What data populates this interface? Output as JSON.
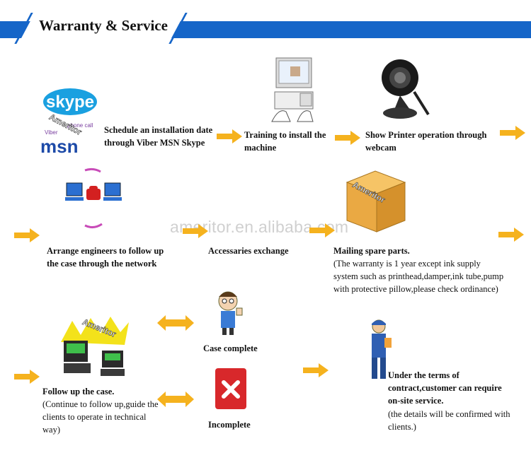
{
  "header": {
    "title": "Warranty & Service"
  },
  "logos": {
    "skype": "skype",
    "msn": "msn",
    "viber": "Viber",
    "phone_call": "phone call",
    "brand": "Ameritor"
  },
  "watermark": "ameritor.en.alibaba.com",
  "steps": {
    "schedule": "Schedule an installation date through Viber MSN Skype",
    "training": "Training to install the machine",
    "webcam": "Show Printer operation through webcam",
    "arrange": "Arrange engineers to follow up the case through the network",
    "accessories": "Accessaries exchange",
    "mailing_title": "Mailing spare parts.",
    "mailing_note": "(The warranty is 1 year except ink supply system such as printhead,damper,ink tube,pump with protective pillow,please check ordinance)",
    "case_complete": "Case complete",
    "incomplete": "Incomplete",
    "follow_title": "Follow up the case.",
    "follow_note": "(Continue to follow up,guide the clients to operate in technical way)",
    "contract_title": "Under the terms of contract,customer can require on-site service.",
    "contract_note": "(the details will be confirmed with clients.)"
  },
  "colors": {
    "banner": "#1565c8",
    "arrow": "#f5b21e",
    "incomplete_red": "#d8282b"
  }
}
